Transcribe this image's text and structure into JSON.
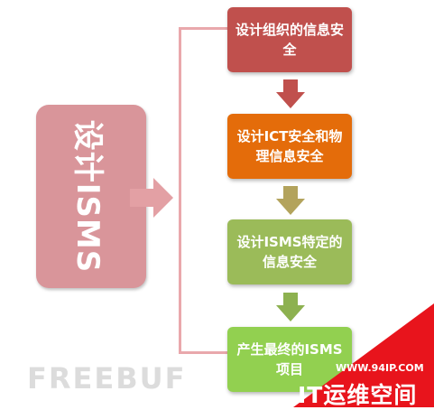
{
  "main": {
    "label": "设计ISMS"
  },
  "steps": [
    {
      "text": "设计组织的信息安全",
      "color": "#c0504d"
    },
    {
      "text": "设计ICT安全和物理信息安全",
      "color": "#e46c0a"
    },
    {
      "text": "设计ISMS特定的信息安全",
      "color": "#9bbb59"
    },
    {
      "text": "产生最终的ISMS项目",
      "color": "#92d050"
    }
  ],
  "arrow_colors": [
    "#c0504d",
    "#b3a35c",
    "#8db150"
  ],
  "watermarks": {
    "freebuf": "FREEBUF",
    "url": "WWW.94IP.COM",
    "it": "IT运维空间"
  }
}
